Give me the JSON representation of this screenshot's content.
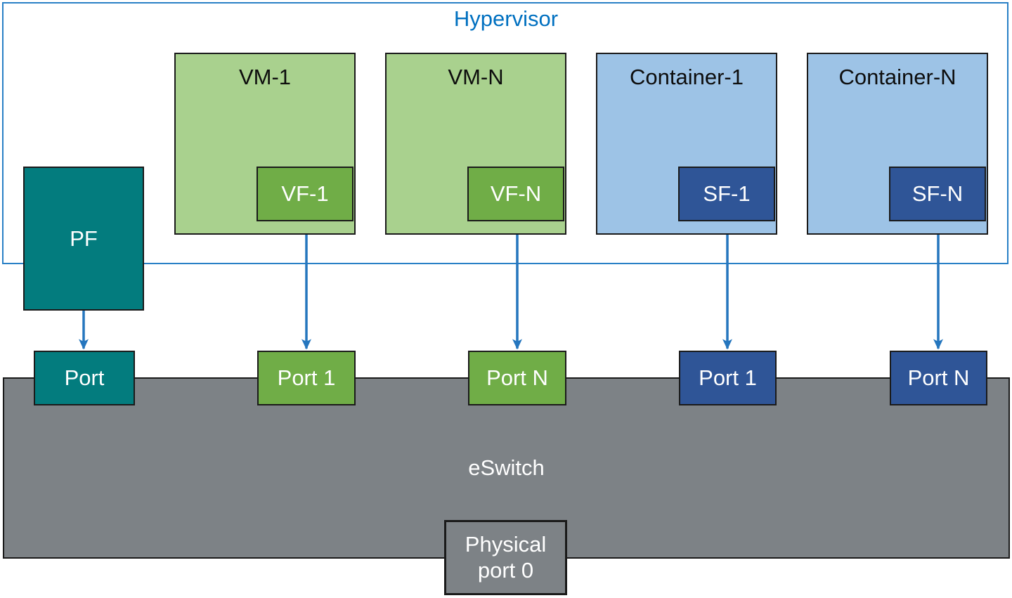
{
  "diagram": {
    "title": "Hypervisor",
    "pf": {
      "label": "PF"
    },
    "guests": [
      {
        "label": "VM-1",
        "fn": "VF-1",
        "type": "vm"
      },
      {
        "label": "VM-N",
        "fn": "VF-N",
        "type": "vm"
      },
      {
        "label": "Container-1",
        "fn": "SF-1",
        "type": "container"
      },
      {
        "label": "Container-N",
        "fn": "SF-N",
        "type": "container"
      }
    ],
    "ports": [
      {
        "label": "Port",
        "color_key": "teal"
      },
      {
        "label": "Port 1",
        "color_key": "green"
      },
      {
        "label": "Port N",
        "color_key": "green"
      },
      {
        "label": "Port 1",
        "color_key": "blue"
      },
      {
        "label": "Port N",
        "color_key": "blue"
      }
    ],
    "eswitch": {
      "label": "eSwitch"
    },
    "physical_port": {
      "label": "Physical port 0"
    },
    "connections": [
      {
        "from": "PF",
        "to": "Port"
      },
      {
        "from": "VF-1",
        "to": "Port 1 (green)"
      },
      {
        "from": "VF-N",
        "to": "Port N (green)"
      },
      {
        "from": "SF-1",
        "to": "Port 1 (blue)"
      },
      {
        "from": "SF-N",
        "to": "Port N (blue)"
      }
    ],
    "colors": {
      "hypervisor_border": "#2980C6",
      "title_text": "#0070C0",
      "vm_fill": "#A9D18E",
      "vf_fill": "#70AD47",
      "container_fill": "#9DC3E6",
      "sf_fill": "#2F5597",
      "pf_teal_fill": "#037C7E",
      "eswitch_gray_fill": "#7D8286",
      "arrow_blue": "#2576BE",
      "box_border_black": "#1A1A1A"
    }
  }
}
